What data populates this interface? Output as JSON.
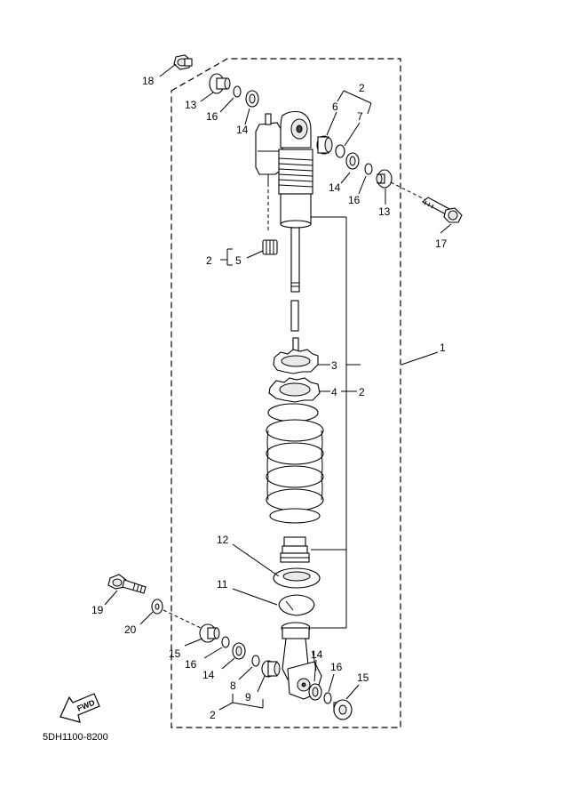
{
  "diagram": {
    "callouts": [
      {
        "id": "c18",
        "text": "18"
      },
      {
        "id": "c13a",
        "text": "13"
      },
      {
        "id": "c16a",
        "text": "16"
      },
      {
        "id": "c14a",
        "text": "14"
      },
      {
        "id": "c2a",
        "text": "2"
      },
      {
        "id": "c6",
        "text": "6"
      },
      {
        "id": "c7",
        "text": "7"
      },
      {
        "id": "c14b",
        "text": "14"
      },
      {
        "id": "c16b",
        "text": "16"
      },
      {
        "id": "c13b",
        "text": "13"
      },
      {
        "id": "c17",
        "text": "17"
      },
      {
        "id": "c2b",
        "text": "2"
      },
      {
        "id": "c5",
        "text": "5"
      },
      {
        "id": "c1",
        "text": "1"
      },
      {
        "id": "c3",
        "text": "3"
      },
      {
        "id": "c4",
        "text": "4"
      },
      {
        "id": "c2c",
        "text": "2"
      },
      {
        "id": "c12",
        "text": "12"
      },
      {
        "id": "c11",
        "text": "11"
      },
      {
        "id": "c19",
        "text": "19"
      },
      {
        "id": "c20",
        "text": "20"
      },
      {
        "id": "c15a",
        "text": "15"
      },
      {
        "id": "c16c",
        "text": "16"
      },
      {
        "id": "c14c",
        "text": "14"
      },
      {
        "id": "c8",
        "text": "8"
      },
      {
        "id": "c9",
        "text": "9"
      },
      {
        "id": "c2d",
        "text": "2"
      },
      {
        "id": "c14d",
        "text": "14"
      },
      {
        "id": "c16d",
        "text": "16"
      },
      {
        "id": "c15b",
        "text": "15"
      }
    ],
    "fwd_label": "FWD",
    "diagram_code": "5DH1100-8200"
  }
}
